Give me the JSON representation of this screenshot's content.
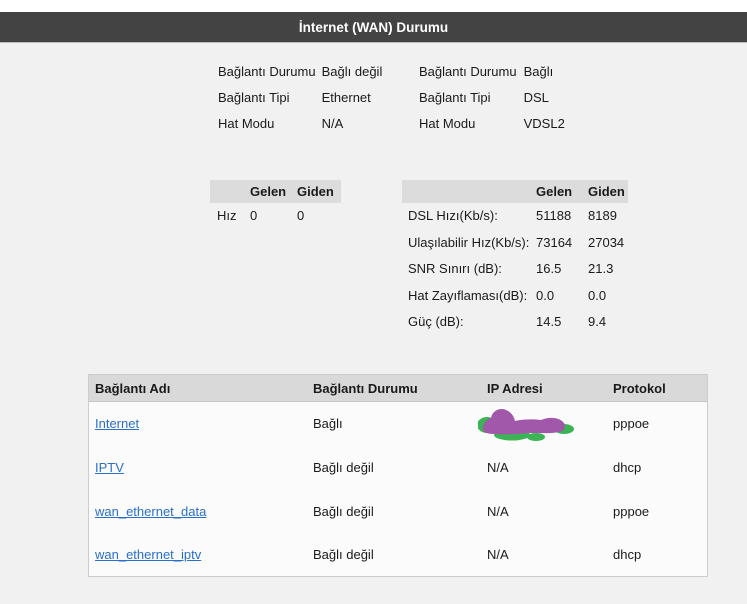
{
  "page": {
    "title": "İnternet (WAN) Durumu"
  },
  "colors": {
    "titlebar_bg": "#434343",
    "title_text": "#ffffff",
    "page_bg": "#f1f1f1",
    "mini_header_bg": "#dcdcdc",
    "conn_header_bg": "#d9d9d9",
    "conn_table_bg": "#fbfbfb",
    "link_blue": "#2a6fc9",
    "scribble_purple": "#a158ab",
    "scribble_green": "#3cb455"
  },
  "status_panels": {
    "ethernet": {
      "rows": [
        {
          "label": "Bağlantı Durumu",
          "value": "Bağlı değil"
        },
        {
          "label": "Bağlantı Tipi",
          "value": "Ethernet"
        },
        {
          "label": "Hat Modu",
          "value": "N/A"
        }
      ]
    },
    "dsl": {
      "rows": [
        {
          "label": "Bağlantı Durumu",
          "value": "Bağlı"
        },
        {
          "label": "Bağlantı Tipi",
          "value": "DSL"
        },
        {
          "label": "Hat Modu",
          "value": "VDSL2"
        }
      ]
    }
  },
  "rate_table": {
    "headers": {
      "gelen": "Gelen",
      "giden": "Giden"
    },
    "rows": [
      {
        "label": "Hız",
        "gelen": "0",
        "giden": "0"
      }
    ]
  },
  "dsl_table": {
    "headers": {
      "gelen": "Gelen",
      "giden": "Giden"
    },
    "rows": [
      {
        "label": "DSL Hızı(Kb/s):",
        "gelen": "51188",
        "giden": "8189"
      },
      {
        "label": "Ulaşılabilir Hız(Kb/s):",
        "gelen": "73164",
        "giden": "27034"
      },
      {
        "label": "SNR Sınırı (dB):",
        "gelen": "16.5",
        "giden": "21.3"
      },
      {
        "label": "Hat Zayıflaması(dB):",
        "gelen": "0.0",
        "giden": "0.0"
      },
      {
        "label": "Güç (dB):",
        "gelen": "14.5",
        "giden": "9.4"
      }
    ]
  },
  "connections_table": {
    "headers": [
      "Bağlantı Adı",
      "Bağlantı Durumu",
      "IP Adresi",
      "Protokol"
    ],
    "rows": [
      {
        "name": "Internet",
        "status": "Bağlı",
        "ip": "",
        "ip_redacted": true,
        "protocol": "pppoe"
      },
      {
        "name": "IPTV",
        "status": "Bağlı değil",
        "ip": "N/A",
        "protocol": "dhcp"
      },
      {
        "name": "wan_ethernet_data",
        "status": "Bağlı değil",
        "ip": "N/A",
        "protocol": "pppoe"
      },
      {
        "name": "wan_ethernet_iptv",
        "status": "Bağlı değil",
        "ip": "N/A",
        "protocol": "dhcp"
      }
    ]
  }
}
